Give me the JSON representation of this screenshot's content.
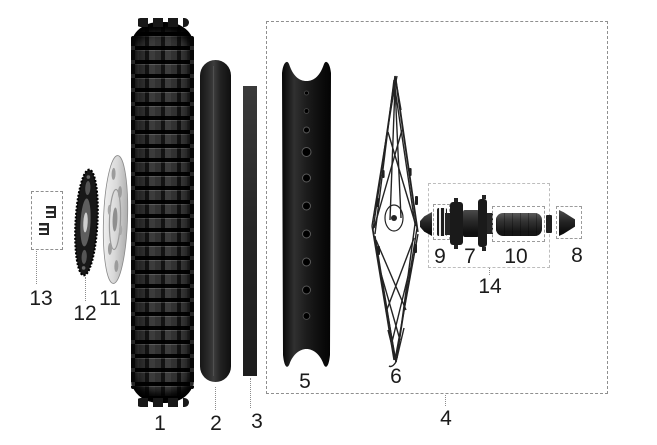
{
  "parts": {
    "tire": {
      "label": "1"
    },
    "inner_tube": {
      "label": "2"
    },
    "rim_strip": {
      "label": "3"
    },
    "wheel_assembly": {
      "label": "4"
    },
    "rim": {
      "label": "5"
    },
    "spokes": {
      "label": "6"
    },
    "hub": {
      "label": "7"
    },
    "end_cap": {
      "label": "8"
    },
    "spacer": {
      "label": "9"
    },
    "axle": {
      "label": "10"
    },
    "brake_rotor": {
      "label": "11"
    },
    "sprocket": {
      "label": "12"
    },
    "pawls": {
      "label": "13"
    },
    "hub_assembly": {
      "label": "14"
    }
  },
  "colors": {
    "part_dark": "#1a1a1a",
    "rotor_silver": "#d9d9d9",
    "dashed_box": "#8f8f8f",
    "label_text": "#1b1b1b",
    "background": "#ffffff"
  }
}
